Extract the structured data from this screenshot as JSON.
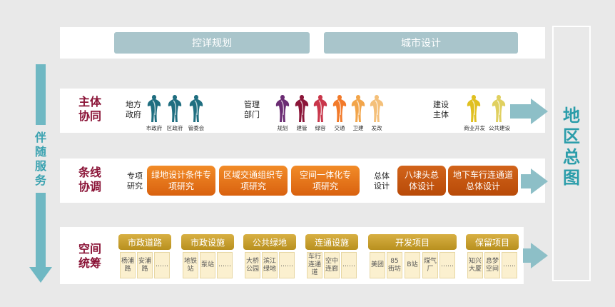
{
  "header": {
    "left_label": "控详规划",
    "right_label": "城市设计"
  },
  "left_label": "伴随服务",
  "right_label": "地区总图",
  "row1": {
    "title": "主体协同",
    "group1_label": "地方政府",
    "group1_items": [
      "市政府",
      "区政府",
      "管委会"
    ],
    "group2_label": "管理部门",
    "group2_items": [
      "规划",
      "建管",
      "绿容",
      "交通",
      "卫建",
      "发改"
    ],
    "group3_label": "建设主体",
    "group3_items": [
      "商业开发",
      "公共建设"
    ]
  },
  "row2": {
    "title": "条线协调",
    "label1": "专项研究",
    "boxes1": [
      "绿地设计条件专项研究",
      "区域交通组织专项研究",
      "空间一体化专项研究"
    ],
    "label2": "总体设计",
    "boxes2": [
      "八埭头总体设计",
      "地下车行连通道总体设计"
    ]
  },
  "row3": {
    "title": "空间统筹",
    "groups": [
      {
        "name": "市政道路",
        "items": [
          "杨浦路",
          "安浦路",
          "……"
        ]
      },
      {
        "name": "市政设施",
        "items": [
          "地铁站",
          "泵站",
          "……"
        ]
      },
      {
        "name": "公共绿地",
        "items": [
          "大桥公园",
          "滨江绿地",
          "……"
        ]
      },
      {
        "name": "连通设施",
        "items": [
          "车行连通道",
          "空中连廊",
          "……"
        ]
      },
      {
        "name": "开发项目",
        "items": [
          "美团",
          "85街坊",
          "B站",
          "煤气厂",
          "……"
        ]
      },
      {
        "name": "保留项目",
        "items": [
          "知兴大厦",
          "息梦空间",
          "……"
        ]
      }
    ]
  },
  "colors": {
    "title_red": "#8b1538",
    "teal": "#3aa2b0",
    "arrow": "#8dbfc7",
    "orange": "#f28c28",
    "gold": "#c9a032",
    "figure_colors": [
      "#1f6e80",
      "#1f6e80",
      "#1f6e80",
      "#6b2c73",
      "#8b1538",
      "#c9364a",
      "#f27a2a",
      "#f2a54a",
      "#f4c07a",
      "#e0c020",
      "#e0d060"
    ]
  }
}
